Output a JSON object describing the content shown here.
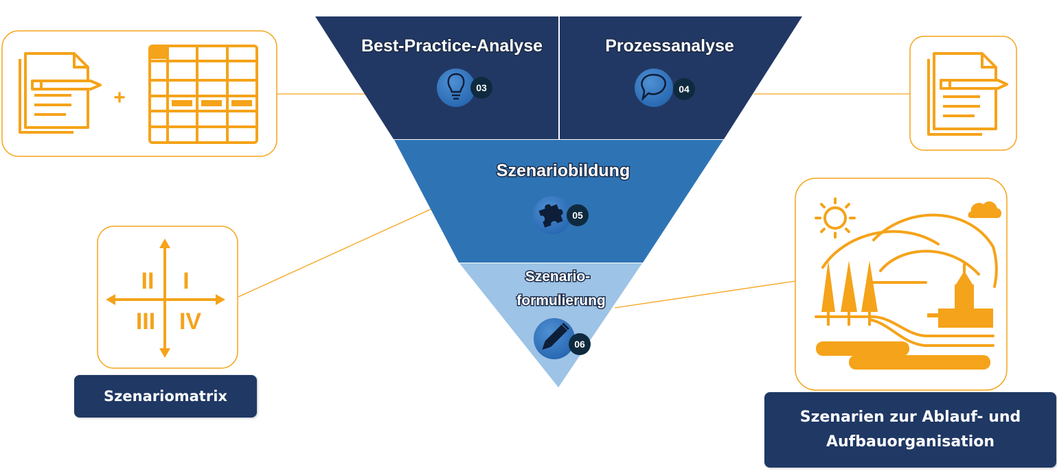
{
  "segments": {
    "best_practice": {
      "title": "Best-Practice-Analyse",
      "number": "03",
      "icon": "lightbulb-icon"
    },
    "prozess": {
      "title": "Prozessanalyse",
      "number": "04",
      "icon": "speech-bubble-icon"
    },
    "szenariobildung": {
      "title": "Szenariobildung",
      "number": "05",
      "icon": "puzzle-icon"
    },
    "formulierung": {
      "title_line1": "Szenario-",
      "title_line2": "formulierung",
      "number": "06",
      "icon": "pencil-icon"
    }
  },
  "matrix": {
    "q1": "I",
    "q2": "II",
    "q3": "III",
    "q4": "IV"
  },
  "labels": {
    "szenariomatrix": "Szenariomatrix",
    "szenarien_line1": "Szenarien zur Ablauf- und",
    "szenarien_line2": "Aufbauorganisation"
  },
  "colors": {
    "navy": "#223864",
    "mid_blue": "#2e74b5",
    "light_blue": "#9dc3e6",
    "orange": "#f5a31a",
    "label_bg": "#1f3864"
  }
}
